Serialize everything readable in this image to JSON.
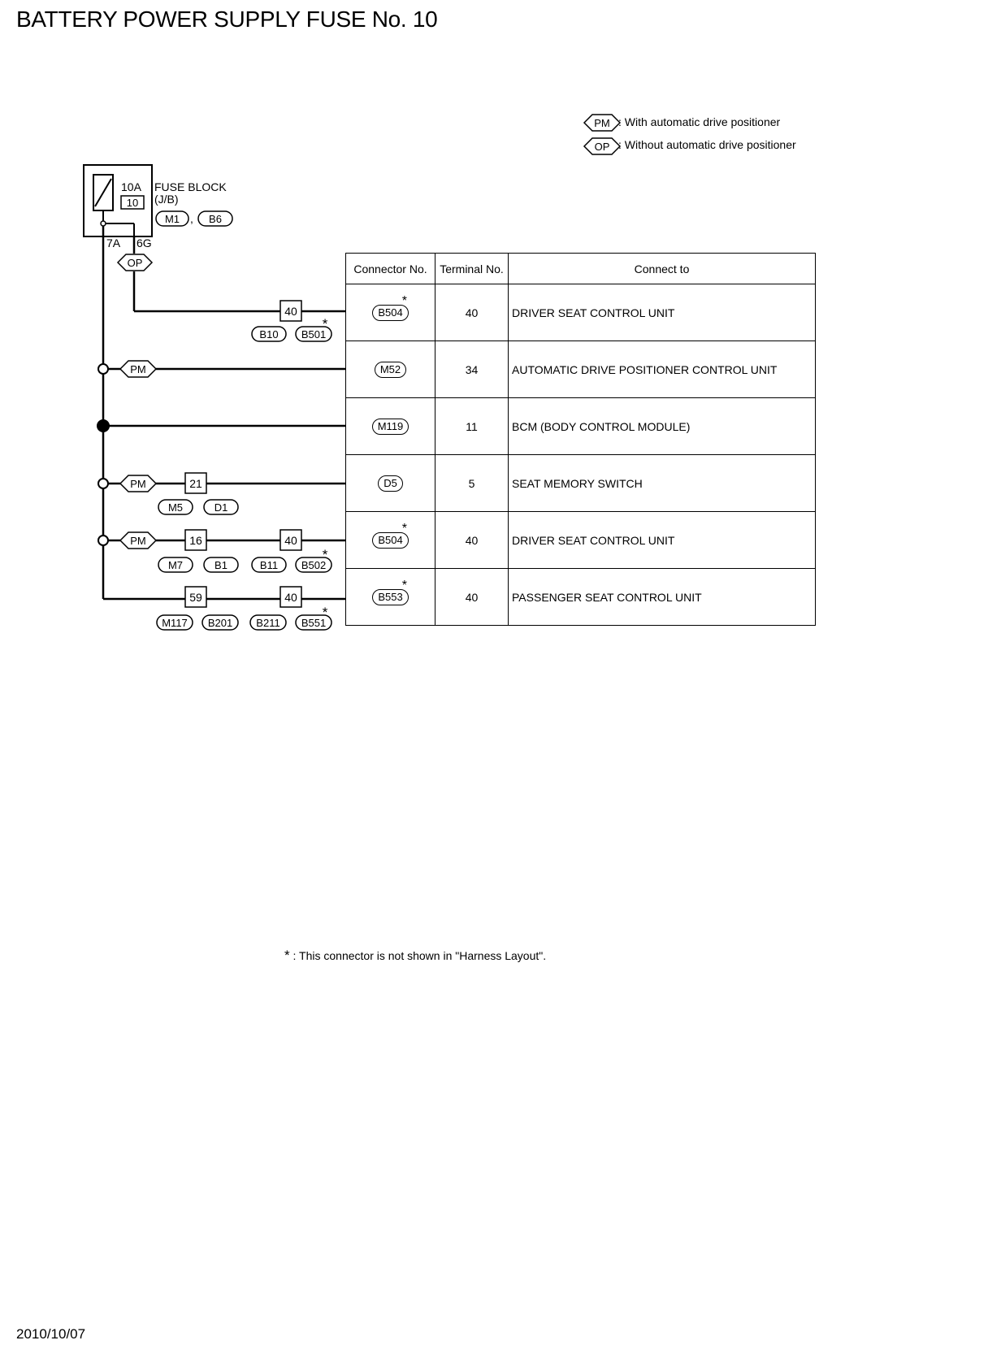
{
  "title": "BATTERY POWER SUPPLY FUSE No. 10",
  "date": "2010/10/07",
  "legend": [
    {
      "code": "PM",
      "text": ": With automatic drive positioner"
    },
    {
      "code": "OP",
      "text": ": Without automatic drive positioner"
    }
  ],
  "fuse_block": {
    "amperage": "10A",
    "fuse_number": "10",
    "name": "FUSE BLOCK",
    "sub": "(J/B)",
    "connectors": [
      "M1",
      "B6"
    ],
    "separator": ",",
    "terminals": [
      "7A",
      "6G"
    ]
  },
  "option_tags": {
    "op": "OP",
    "pm": "PM"
  },
  "star": "*",
  "inline_connectors": [
    {
      "pin": "40",
      "codes": [
        "B10",
        "B501"
      ],
      "star": true
    },
    {
      "pin": "21",
      "codes": [
        "M5",
        "D1"
      ],
      "star": false
    },
    {
      "pin": "16",
      "codes": [
        "M7",
        "B1"
      ],
      "star": false
    },
    {
      "pin": "40",
      "codes": [
        "B11",
        "B502"
      ],
      "star": true
    },
    {
      "pin": "59",
      "codes": [
        "M117",
        "B201"
      ],
      "star": false
    },
    {
      "pin": "40",
      "codes": [
        "B211",
        "B551"
      ],
      "star": true
    }
  ],
  "table": {
    "headers": [
      "Connector No.",
      "Terminal No.",
      "Connect to"
    ],
    "rows": [
      {
        "connector": "B504",
        "star": true,
        "terminal": "40",
        "connect_to": "DRIVER SEAT CONTROL UNIT"
      },
      {
        "connector": "M52",
        "star": false,
        "terminal": "34",
        "connect_to": "AUTOMATIC DRIVE POSITIONER CONTROL UNIT"
      },
      {
        "connector": "M119",
        "star": false,
        "terminal": "11",
        "connect_to": "BCM (BODY CONTROL MODULE)"
      },
      {
        "connector": "D5",
        "star": false,
        "terminal": "5",
        "connect_to": "SEAT MEMORY SWITCH"
      },
      {
        "connector": "B504",
        "star": true,
        "terminal": "40",
        "connect_to": "DRIVER SEAT CONTROL UNIT"
      },
      {
        "connector": "B553",
        "star": true,
        "terminal": "40",
        "connect_to": "PASSENGER SEAT CONTROL UNIT"
      }
    ]
  },
  "footnote": {
    "symbol": "*",
    "text": ": This connector is not shown in \"Harness Layout\"."
  }
}
